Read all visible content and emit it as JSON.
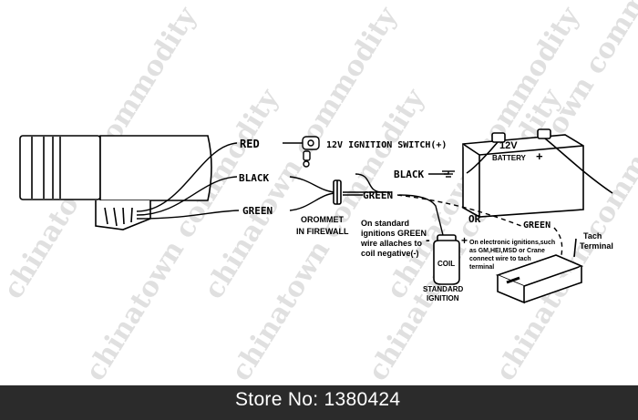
{
  "diagram": {
    "wire_labels": {
      "red": "RED",
      "black_gauge": "BLACK",
      "green_gauge": "GREEN",
      "black_battery": "BLACK",
      "green_coil": "GREEN",
      "green_tach": "GREEN",
      "or": "OR"
    },
    "ignition_switch": "12V IGNITION SWITCH(+)",
    "battery": {
      "voltage": "12V",
      "name": "BATTERY",
      "plus": "+"
    },
    "grommet": {
      "line1": "OROMMET",
      "line2": "IN FIREWALL"
    },
    "coil": {
      "label": "COIL",
      "caption_line1": "STANDARD",
      "caption_line2": "IGNITION",
      "minus": "-",
      "plus": "+"
    },
    "standard_note": [
      "On standard",
      "ignitions GREEN",
      "wire allaches to",
      "coil negative(-)"
    ],
    "electronic_note": [
      "On electronic ignitions,such",
      "as GM,HEI,MSD or Crane",
      "connect wire to tach",
      "terminal"
    ],
    "tach_terminal": [
      "Tach",
      "Terminal"
    ]
  },
  "watermark": "chinatown commodity",
  "footer": {
    "store": "Store No: 1380424"
  }
}
